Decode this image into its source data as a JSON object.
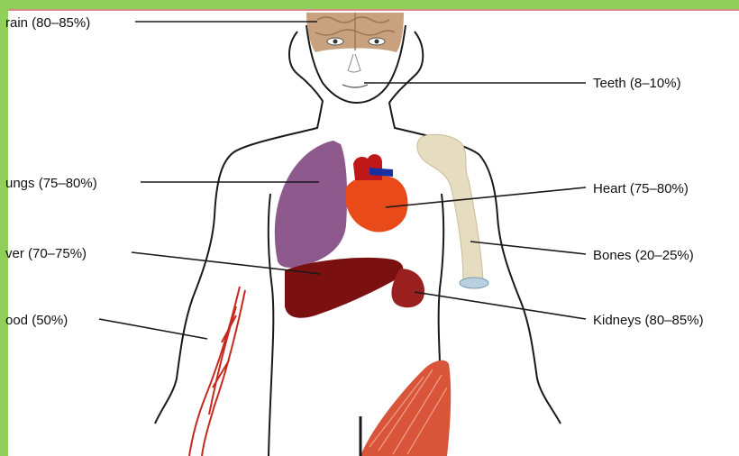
{
  "colors": {
    "frame_green": "#8fcf5a",
    "frame_line": "#d88a8a",
    "outline": "#1a1a1a",
    "lung": "#8e5a8e",
    "liver": "#7a1010",
    "kidney": "#9a2020",
    "heart": "#e84a1a",
    "vessel": "#c8281e",
    "bone": "#e6dcc0",
    "muscle": "#d8553a",
    "brain": "#c8a27e"
  },
  "labels": {
    "brain": "rain (80–85%)",
    "teeth": "Teeth (8–10%)",
    "lungs": "ungs (75–80%)",
    "heart": "Heart (75–80%)",
    "liver": "ver (70–75%)",
    "bones": "Bones (20–25%)",
    "blood": "ood (50%)",
    "kidneys": "Kidneys (80–85%)"
  }
}
